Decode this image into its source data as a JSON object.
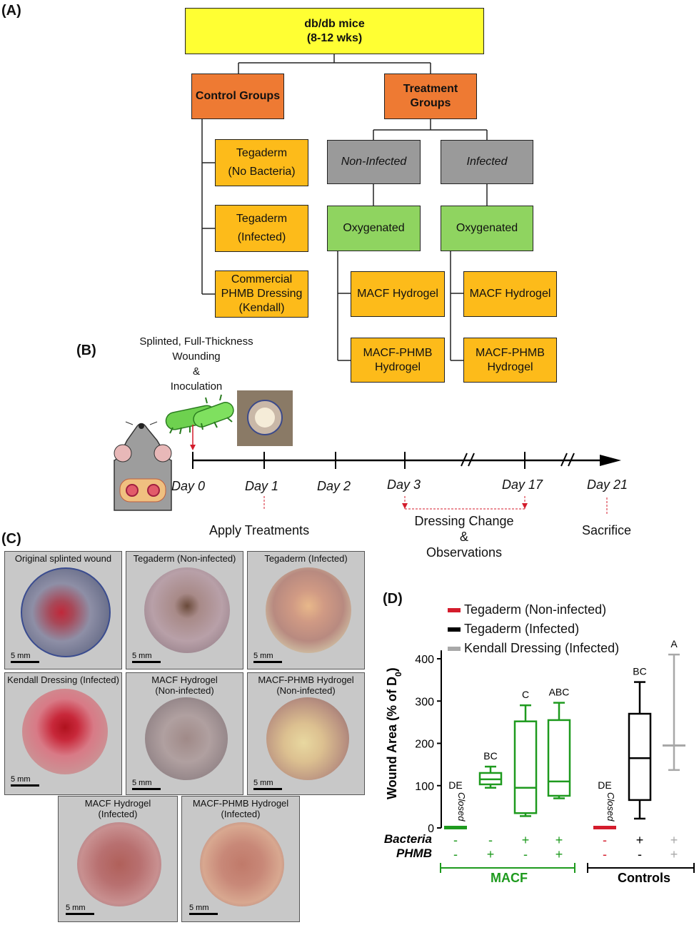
{
  "panel_a": {
    "label": "(A)",
    "root": {
      "line1": "db/db mice",
      "line2": "(8-12 wks)"
    },
    "control_groups": "Control Groups",
    "treatment_groups": {
      "line1": "Treatment",
      "line2": "Groups"
    },
    "controls": [
      {
        "line1": "Tegaderm",
        "line2": "(No Bacteria)"
      },
      {
        "line1": "Tegaderm",
        "line2": "(Infected)"
      },
      {
        "line1": "Commercial",
        "line2": "PHMB Dressing",
        "line3": "(Kendall)"
      }
    ],
    "non_infected": "Non-Infected",
    "infected": "Infected",
    "oxygenated": "Oxygenated",
    "macf_hydrogel": "MACF Hydrogel",
    "macf_phmb": {
      "line1": "MACF-PHMB",
      "line2": "Hydrogel"
    }
  },
  "panel_b": {
    "label": "(B)",
    "wounding": {
      "line1": "Splinted, Full-Thickness",
      "line2": "Wounding",
      "line3": "&",
      "line4": "Inoculation"
    },
    "days": [
      "Day 0",
      "Day 1",
      "Day 2",
      "Day 3",
      "Day 17",
      "Day 21"
    ],
    "apply": "Apply Treatments",
    "dressing": {
      "line1": "Dressing Change",
      "line2": "&",
      "line3": "Observations"
    },
    "sacrifice": "Sacrifice"
  },
  "panel_c": {
    "label": "(C)",
    "scale": "5 mm",
    "tiles": [
      {
        "title1": "Original splinted wound",
        "title2": ""
      },
      {
        "title1": "Tegaderm (Non-infected)",
        "title2": ""
      },
      {
        "title1": "Tegaderm (Infected)",
        "title2": ""
      },
      {
        "title1": "Kendall Dressing (Infected)",
        "title2": ""
      },
      {
        "title1": "MACF Hydrogel",
        "title2": "(Non-infected)"
      },
      {
        "title1": "MACF-PHMB Hydrogel",
        "title2": "(Non-infected)"
      },
      {
        "title1": "MACF Hydrogel",
        "title2": "(Infected)"
      },
      {
        "title1": "MACF-PHMB Hydrogel",
        "title2": "(Infected)"
      }
    ]
  },
  "panel_d": {
    "label": "(D)",
    "legend": [
      "Tegaderm (Non-infected)",
      "Tegaderm (Infected)",
      "Kendall Dressing (Infected)"
    ],
    "ylabel_main": "Wound Area (% of D",
    "ylabel_sub": "0",
    "ylabel_end": ")",
    "yticks": [
      "0",
      "100",
      "200",
      "300",
      "400"
    ],
    "bacteria_label": "Bacteria",
    "phmb_label": "PHMB",
    "bacteria_signs": [
      "-",
      "-",
      "+",
      "+",
      "-",
      "+",
      "+"
    ],
    "phmb_signs": [
      "-",
      "+",
      "-",
      "+",
      "-",
      "-",
      "+"
    ],
    "group_macf": "MACF",
    "group_controls": "Controls",
    "closed": "Closed",
    "letters": [
      "DE",
      "BC",
      "C",
      "ABC",
      "DE",
      "BC",
      "A"
    ],
    "colors": {
      "green": "#1e9a1e",
      "red": "#d41c2c",
      "black": "#000000",
      "gray": "#a8a8a8"
    }
  },
  "chart_data": {
    "type": "box",
    "ylabel": "Wound Area (% of D0)",
    "ylim": [
      0,
      400
    ],
    "categories": [
      "MACF Hydrogel (Non-infected)",
      "MACF-PHMB Hydrogel (Non-infected)",
      "MACF Hydrogel (Infected)",
      "MACF-PHMB Hydrogel (Infected)",
      "Tegaderm (Non-infected)",
      "Tegaderm (Infected)",
      "Kendall Dressing (Infected)"
    ],
    "series": [
      {
        "name": "MACF Hydrogel (Non-infected)",
        "min": 0,
        "q1": 0,
        "median": 0,
        "q3": 0,
        "max": 0,
        "letter": "DE"
      },
      {
        "name": "MACF-PHMB Hydrogel (Non-infected)",
        "min": 95,
        "q1": 103,
        "median": 115,
        "q3": 130,
        "max": 145,
        "letter": "BC"
      },
      {
        "name": "MACF Hydrogel (Infected)",
        "min": 28,
        "q1": 35,
        "median": 95,
        "q3": 252,
        "max": 290,
        "letter": "C"
      },
      {
        "name": "MACF-PHMB Hydrogel (Infected)",
        "min": 70,
        "q1": 76,
        "median": 110,
        "q3": 255,
        "max": 296,
        "letter": "ABC"
      },
      {
        "name": "Tegaderm (Non-infected)",
        "min": 0,
        "q1": 0,
        "median": 0,
        "q3": 0,
        "max": 0,
        "letter": "DE"
      },
      {
        "name": "Tegaderm (Infected)",
        "min": 22,
        "q1": 66,
        "median": 165,
        "q3": 270,
        "max": 345,
        "letter": "BC"
      },
      {
        "name": "Kendall Dressing (Infected)",
        "min": 137,
        "q1": 195,
        "median": 195,
        "q3": 195,
        "max": 410,
        "letter": "A"
      }
    ]
  }
}
